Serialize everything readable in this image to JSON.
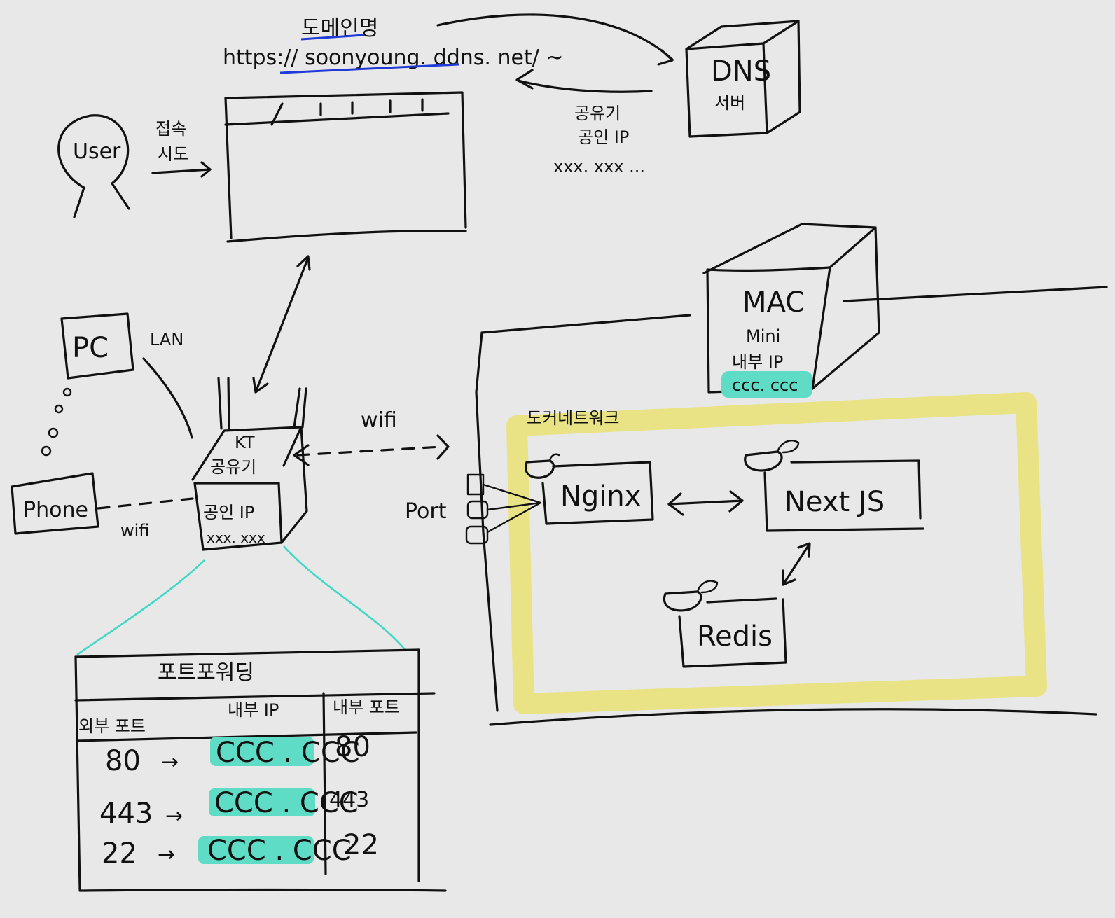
{
  "url": {
    "title": "도메인명",
    "address": "https:// soonyoung. ddns. net/ ~"
  },
  "dns": {
    "line1": "DNS",
    "line2": "서버",
    "response_title1": "공유기",
    "response_title2": "공인 IP",
    "response_ip": "xxx. xxx ..."
  },
  "user": {
    "label": "User",
    "action1": "접속",
    "action2": "시도"
  },
  "pc": {
    "label": "PC",
    "conn": "LAN"
  },
  "phone": {
    "label": "Phone",
    "conn": "wifi"
  },
  "router": {
    "brand": "KT",
    "name": "공유기",
    "ip_title": "공인 IP",
    "ip_value": "xxx. xxx"
  },
  "wifi_link": "wifi",
  "port_label": "Port",
  "mac": {
    "line1": "MAC",
    "line2": "Mini",
    "ip_title": "내부 IP",
    "ip_value": "ccc. ccc"
  },
  "docker": {
    "title": "도커네트워크",
    "nginx": "Nginx",
    "next": "Next JS",
    "redis": "Redis"
  },
  "forwarding": {
    "title": "포트포워딩",
    "headers": [
      "외부 포트",
      "내부 IP",
      "내부 포트"
    ],
    "rows": [
      {
        "external": "80",
        "arrow": "→",
        "ip": "CCC . CCC",
        "internal": "80"
      },
      {
        "external": "443",
        "arrow": "→",
        "ip": "CCC . CCC",
        "internal": "443"
      },
      {
        "external": "22",
        "arrow": "→",
        "ip": "CCC . CCC",
        "internal": "22"
      }
    ]
  },
  "colors": {
    "background": "#e8e8e8",
    "ink": "#111111",
    "highlight_cyan": "#5fdcc6",
    "highlight_yellow": "#e9e27a",
    "underline_blue": "#1f3ad6"
  }
}
